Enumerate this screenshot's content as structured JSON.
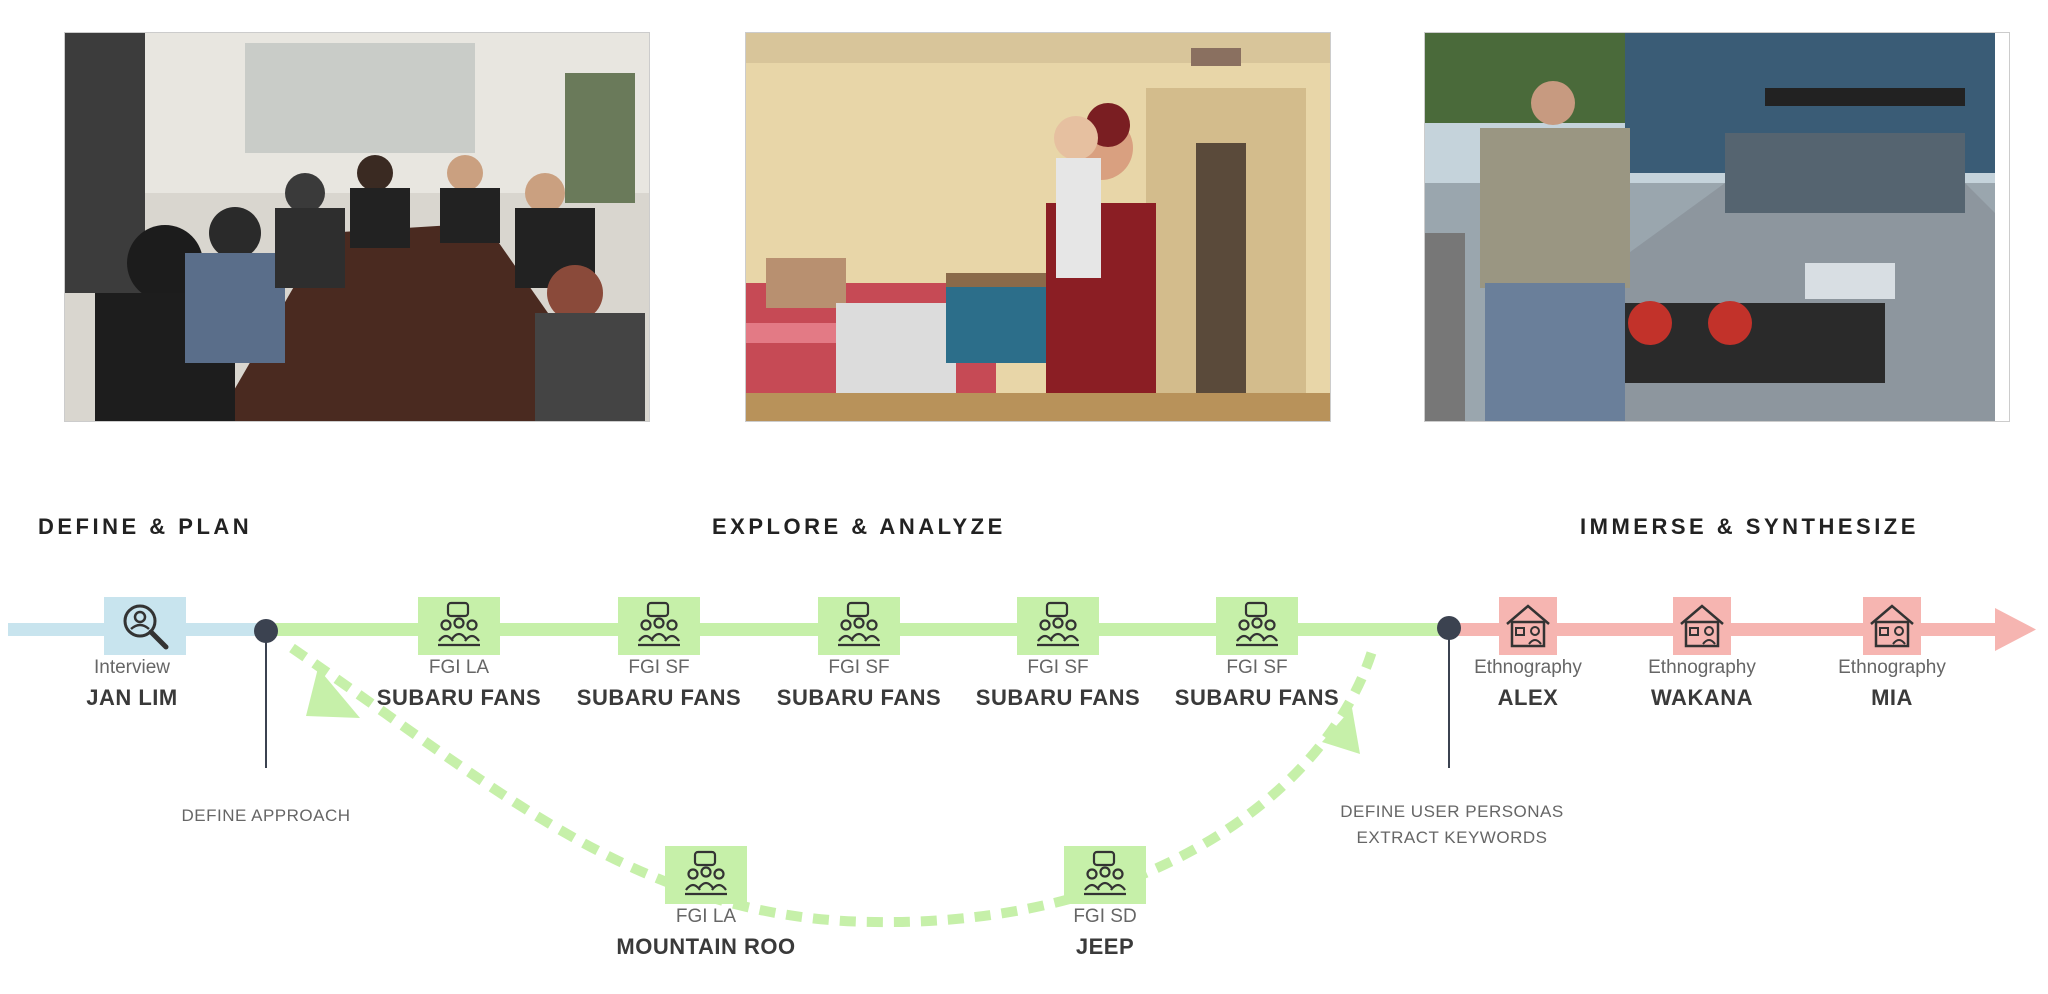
{
  "colors": {
    "interview": "#c8e4ee",
    "explore": "#c6f0a9",
    "immerse": "#f6b5b1",
    "milestone": "#3b4250",
    "label_dark": "#3a3a3a",
    "label_grey": "#666666"
  },
  "photos": [
    {
      "subject": "group-discussion-photo"
    },
    {
      "subject": "mother-and-child-home-photo"
    },
    {
      "subject": "man-with-subaru-photo"
    }
  ],
  "phases": [
    {
      "label": "DEFINE & PLAN"
    },
    {
      "label": "EXPLORE & ANALYZE"
    },
    {
      "label": "IMMERSE & SYNTHESIZE"
    }
  ],
  "nodes": {
    "interview": {
      "method": "Interview",
      "name": "JAN LIM",
      "icon": "magnifier-person-icon"
    },
    "fgi_main": [
      {
        "method": "FGI LA",
        "name": "SUBARU FANS",
        "icon": "group-chat-icon"
      },
      {
        "method": "FGI SF",
        "name": "SUBARU FANS",
        "icon": "group-chat-icon"
      },
      {
        "method": "FGI SF",
        "name": "SUBARU FANS",
        "icon": "group-chat-icon"
      },
      {
        "method": "FGI SF",
        "name": "SUBARU FANS",
        "icon": "group-chat-icon"
      },
      {
        "method": "FGI SF",
        "name": "SUBARU FANS",
        "icon": "group-chat-icon"
      }
    ],
    "fgi_branch": [
      {
        "method": "FGI LA",
        "name": "MOUNTAIN ROO",
        "icon": "group-chat-icon"
      },
      {
        "method": "FGI SD",
        "name": "JEEP",
        "icon": "group-chat-icon"
      }
    ],
    "ethnography": [
      {
        "method": "Ethnography",
        "name": "ALEX",
        "icon": "house-person-icon"
      },
      {
        "method": "Ethnography",
        "name": "WAKANA",
        "icon": "house-person-icon"
      },
      {
        "method": "Ethnography",
        "name": "MIA",
        "icon": "house-person-icon"
      }
    ]
  },
  "milestones": {
    "approach": {
      "label": "DEFINE APPROACH"
    },
    "personas": {
      "line1": "DEFINE USER PERSONAS",
      "line2": "EXTRACT KEYWORDS"
    }
  }
}
